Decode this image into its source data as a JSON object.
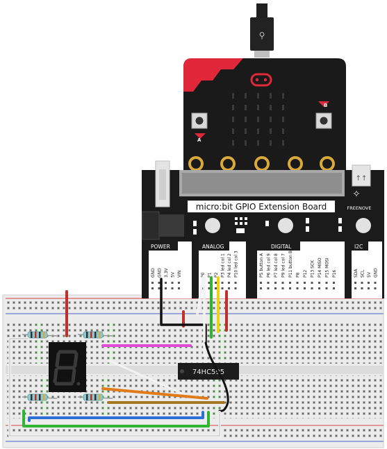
{
  "extension_board": {
    "title": "micro:bit GPIO Extension Board",
    "brand": "FREENOVE",
    "sections": {
      "power": {
        "label": "POWER",
        "pins": [
          "GND",
          "GND",
          "3.3V",
          "5V",
          "VIN"
        ]
      },
      "analog": {
        "label": "ANALOG",
        "pins": [
          "P0",
          "P1",
          "P2",
          "P3 led col 1",
          "P4 led col 2",
          "P10 led col 3"
        ]
      },
      "digital": {
        "label": "DIGITAL",
        "pins": [
          "P5 button A",
          "P6 led col 9",
          "P7 led col 8",
          "P9 led col 7",
          "P11 button B",
          "P8",
          "P12",
          "P13 SCK",
          "P14 MISO",
          "P15 MOSI",
          "P16"
        ]
      },
      "i2c": {
        "label": "I2C",
        "pins": [
          "SDA",
          "SCL",
          "5V",
          "GND"
        ]
      }
    }
  },
  "microbit": {
    "button_a": "A",
    "button_b": "B"
  },
  "chip": {
    "label": "74HC595"
  },
  "colors": {
    "microbit_body": "#1a1a1a",
    "microbit_red": "#e0283a",
    "breadboard": "#e9e9e9",
    "rail_red": "#d64545",
    "rail_blue": "#4a5fc1",
    "wire_red": "#c0302a",
    "wire_black": "#111111",
    "wire_white": "#f2f2f2",
    "wire_green": "#2fb52f",
    "wire_yellow": "#e6d417",
    "wire_blue": "#2d6fd6",
    "wire_magenta": "#e24ad8",
    "wire_orange": "#e07b1a",
    "wire_brown": "#a5781f",
    "gold_pad": "#d9a93a"
  }
}
